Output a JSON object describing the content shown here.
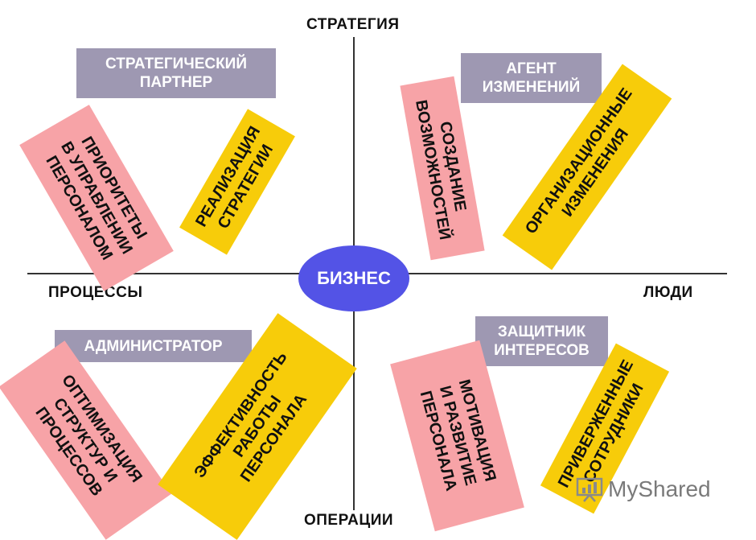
{
  "axes": {
    "top": "СТРАТЕГИЯ",
    "bottom": "ОПЕРАЦИИ",
    "left": "ПРОЦЕССЫ",
    "right": "ЛЮДИ"
  },
  "center": "БИЗНЕС",
  "roles": {
    "top_left": "СТРАТЕГИЧЕСКИЙ\nПАРТНЕР",
    "top_right": "АГЕНТ\nИЗМЕНЕНИЙ",
    "bottom_left": "АДМИНИСТРАТОР",
    "bottom_right": "ЗАЩИТНИК\nИНТЕРЕСОВ"
  },
  "cards": {
    "tl_pink": "ПРИОРИТЕТЫ\nВ УПРАВЛЕНИИ\nПЕРСОНАЛОМ",
    "tl_yellow": "РЕАЛИЗАЦИЯ\nСТРАТЕГИИ",
    "tr_pink": "СОЗДАНИЕ\nВОЗМОЖНОСТЕЙ",
    "tr_yellow": "ОРГАНИЗАЦИОННЫЕ\nИЗМЕНЕНИЯ",
    "bl_pink": "ОПТИМИЗАЦИЯ\nСТРУКТУР И\nПРОЦЕССОВ",
    "bl_yellow": "ЭФФЕКТИВНОСТЬ\nРАБОТЫ\nПЕРСОНАЛА",
    "br_pink": "МОТИВАЦИЯ\nИ РАЗВИТИЕ\nПЕРСОНАЛА",
    "br_yellow": "ПРИВЕРЖЕННЫЕ\nСОТРУДНИКИ"
  },
  "watermark": "MyShared",
  "colors": {
    "role_box": "#9e98b2",
    "pink_card": "#f7a3a7",
    "yellow_card": "#f7cc0a",
    "center_ellipse": "#5353e6"
  }
}
